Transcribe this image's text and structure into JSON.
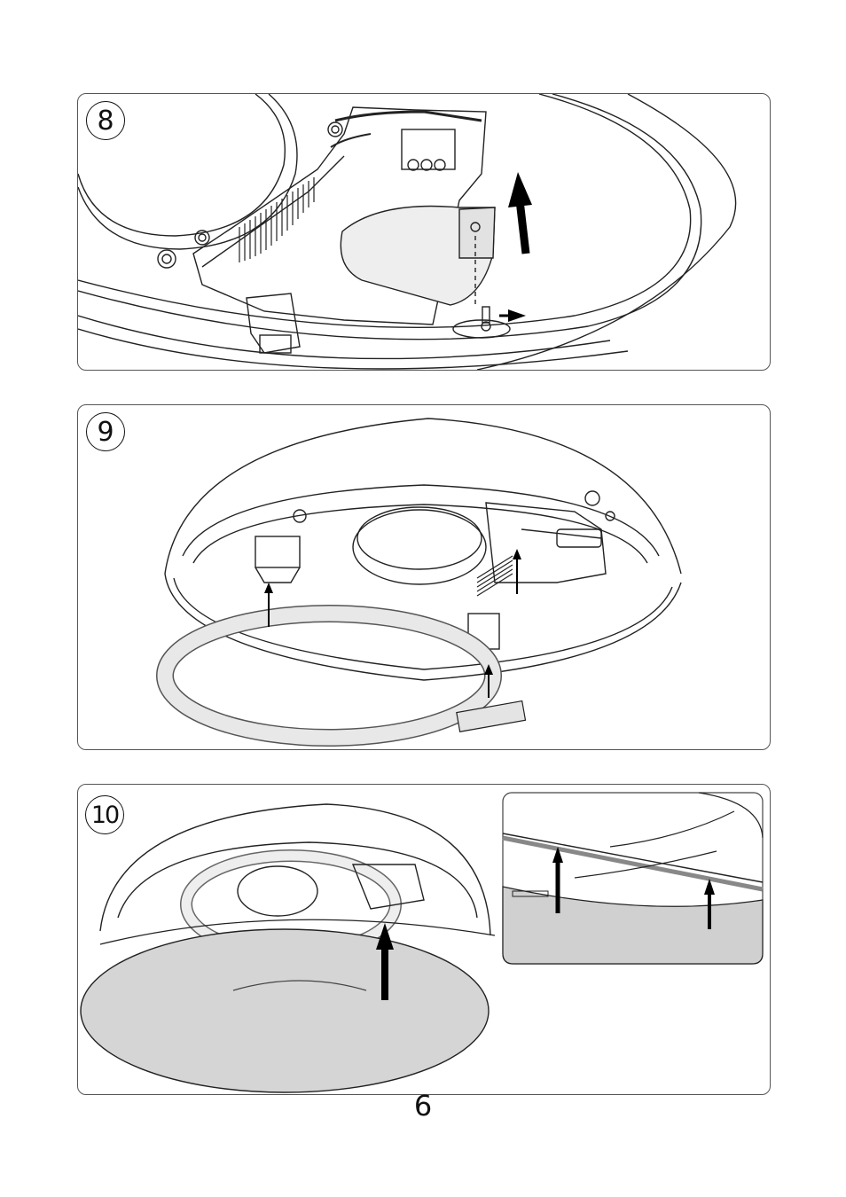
{
  "steps": [
    {
      "number": "8"
    },
    {
      "number": "9"
    },
    {
      "number": "10"
    }
  ],
  "page": {
    "number": "6"
  },
  "icons": [
    "up-arrow-icon",
    "rotate-arrow-icon",
    "step-number-circle"
  ]
}
